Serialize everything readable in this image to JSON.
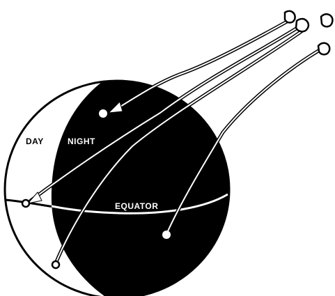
{
  "labels": {
    "day": "DAY",
    "night": "NIGHT",
    "equator": "EQUATOR"
  },
  "colors": {
    "background": "#ffffff",
    "night_side": "#000000",
    "day_side": "#ffffff",
    "outline": "#000000"
  }
}
